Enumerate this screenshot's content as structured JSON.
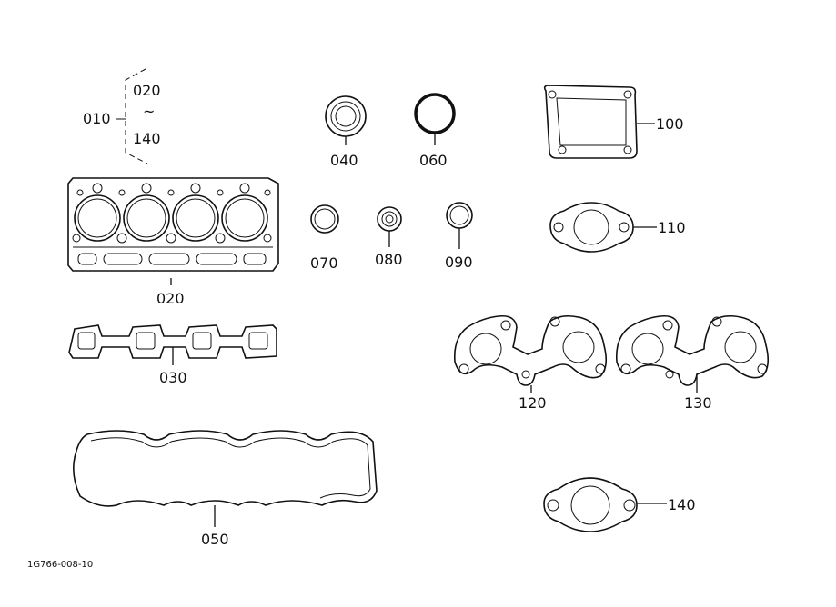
{
  "labels": {
    "kit": "010",
    "range_start": "020",
    "range_sep": "~",
    "range_end": "140",
    "head_gasket": "020",
    "inlet_gasket": "030",
    "seal_040": "040",
    "cover_gasket": "050",
    "oring_060": "060",
    "ring_070": "070",
    "seal_080": "080",
    "ring_090": "090",
    "plate_100": "100",
    "flange_110": "110",
    "exhaust_120": "120",
    "exhaust_130": "130",
    "flange_140": "140"
  },
  "reference": "1G766-008-10"
}
